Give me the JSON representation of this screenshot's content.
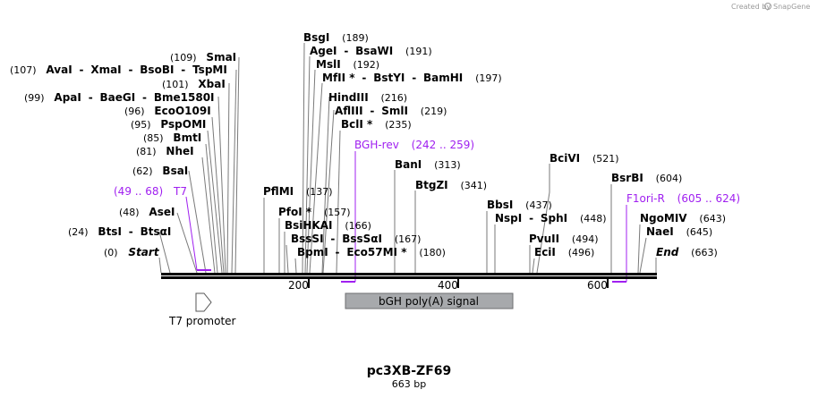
{
  "credit": {
    "prefix": "Created by",
    "brand": "SnapGene"
  },
  "title": "pc3XB-ZF69",
  "length_label": "663 bp",
  "ruler": {
    "ticks": [
      "200",
      "400",
      "600"
    ]
  },
  "features": [
    {
      "name": "bGH poly(A) signal",
      "color": "#a7a9ac"
    },
    {
      "name": "T7 promoter"
    }
  ],
  "primers": {
    "t7": {
      "range": "(49 .. 68)",
      "name": "T7"
    },
    "bgh_rev": {
      "name": "BGH-rev",
      "range": "(242 .. 259)"
    },
    "f1ori_r": {
      "name": "F1ori-R",
      "range": "(605 .. 624)"
    }
  },
  "sites": {
    "start": {
      "pos": "(0)",
      "name": "Start"
    },
    "end": {
      "name": "End",
      "pos": "(663)"
    },
    "r1": {
      "pos": "(24)",
      "name": "BtsI",
      "alt": "BtsαI"
    },
    "r2": {
      "pos": "(48)",
      "name": "AseI"
    },
    "r3": {
      "pos": "(62)",
      "name": "BsaI"
    },
    "r4": {
      "pos": "(81)",
      "name": "NheI"
    },
    "r5": {
      "pos": "(85)",
      "name": "BmtI"
    },
    "r6": {
      "pos": "(95)",
      "name": "PspOMI"
    },
    "r7": {
      "pos": "(96)",
      "name": "EcoO109I"
    },
    "r8": {
      "pos": "(99)",
      "name": "ApaI",
      "alt1": "BaeGI",
      "alt2": "Bme1580I"
    },
    "r9": {
      "pos": "(101)",
      "name": "XbaI"
    },
    "r10": {
      "pos": "(107)",
      "name": "AvaI",
      "alt1": "XmaI",
      "alt2": "BsoBI",
      "alt3": "TspMI"
    },
    "r11": {
      "pos": "(109)",
      "name": "SmaI"
    },
    "r12": {
      "name": "PflMI",
      "pos": "(137)"
    },
    "r13": {
      "name": "PfoI *",
      "pos": "(157)"
    },
    "r14": {
      "name": "BsiHKAI",
      "pos": "(166)"
    },
    "r15": {
      "name": "BssSI",
      "alt": "BssSαI",
      "pos": "(167)"
    },
    "r16": {
      "name": "BpmI",
      "alt": "Eco57MI *",
      "pos": "(180)"
    },
    "r17": {
      "name": "BsgI",
      "pos": "(189)"
    },
    "r18": {
      "name": "AgeI",
      "alt": "BsaWI",
      "pos": "(191)"
    },
    "r19": {
      "name": "MslI",
      "pos": "(192)"
    },
    "r20": {
      "name": "MfII *",
      "alt1": "BstYI",
      "alt2": "BamHI",
      "pos": "(197)"
    },
    "r21": {
      "name": "HindIII",
      "pos": "(216)"
    },
    "r22": {
      "name": "AflIII",
      "alt": "SmlI",
      "pos": "(219)"
    },
    "r23": {
      "name": "BclI *",
      "pos": "(235)"
    },
    "r24": {
      "name": "BanI",
      "pos": "(313)"
    },
    "r25": {
      "name": "BtgZI",
      "pos": "(341)"
    },
    "r26": {
      "name": "BbsI",
      "pos": "(437)"
    },
    "r27": {
      "name": "NspI",
      "alt": "SphI",
      "pos": "(448)"
    },
    "r28": {
      "name": "PvuII",
      "pos": "(494)"
    },
    "r29": {
      "name": "EciI",
      "pos": "(496)"
    },
    "r30": {
      "name": "BciVI",
      "pos": "(521)"
    },
    "r31": {
      "name": "BsrBI",
      "pos": "(604)"
    },
    "r32": {
      "name": "NgoMIV",
      "pos": "(643)"
    },
    "r33": {
      "name": "NaeI",
      "pos": "(645)"
    }
  }
}
